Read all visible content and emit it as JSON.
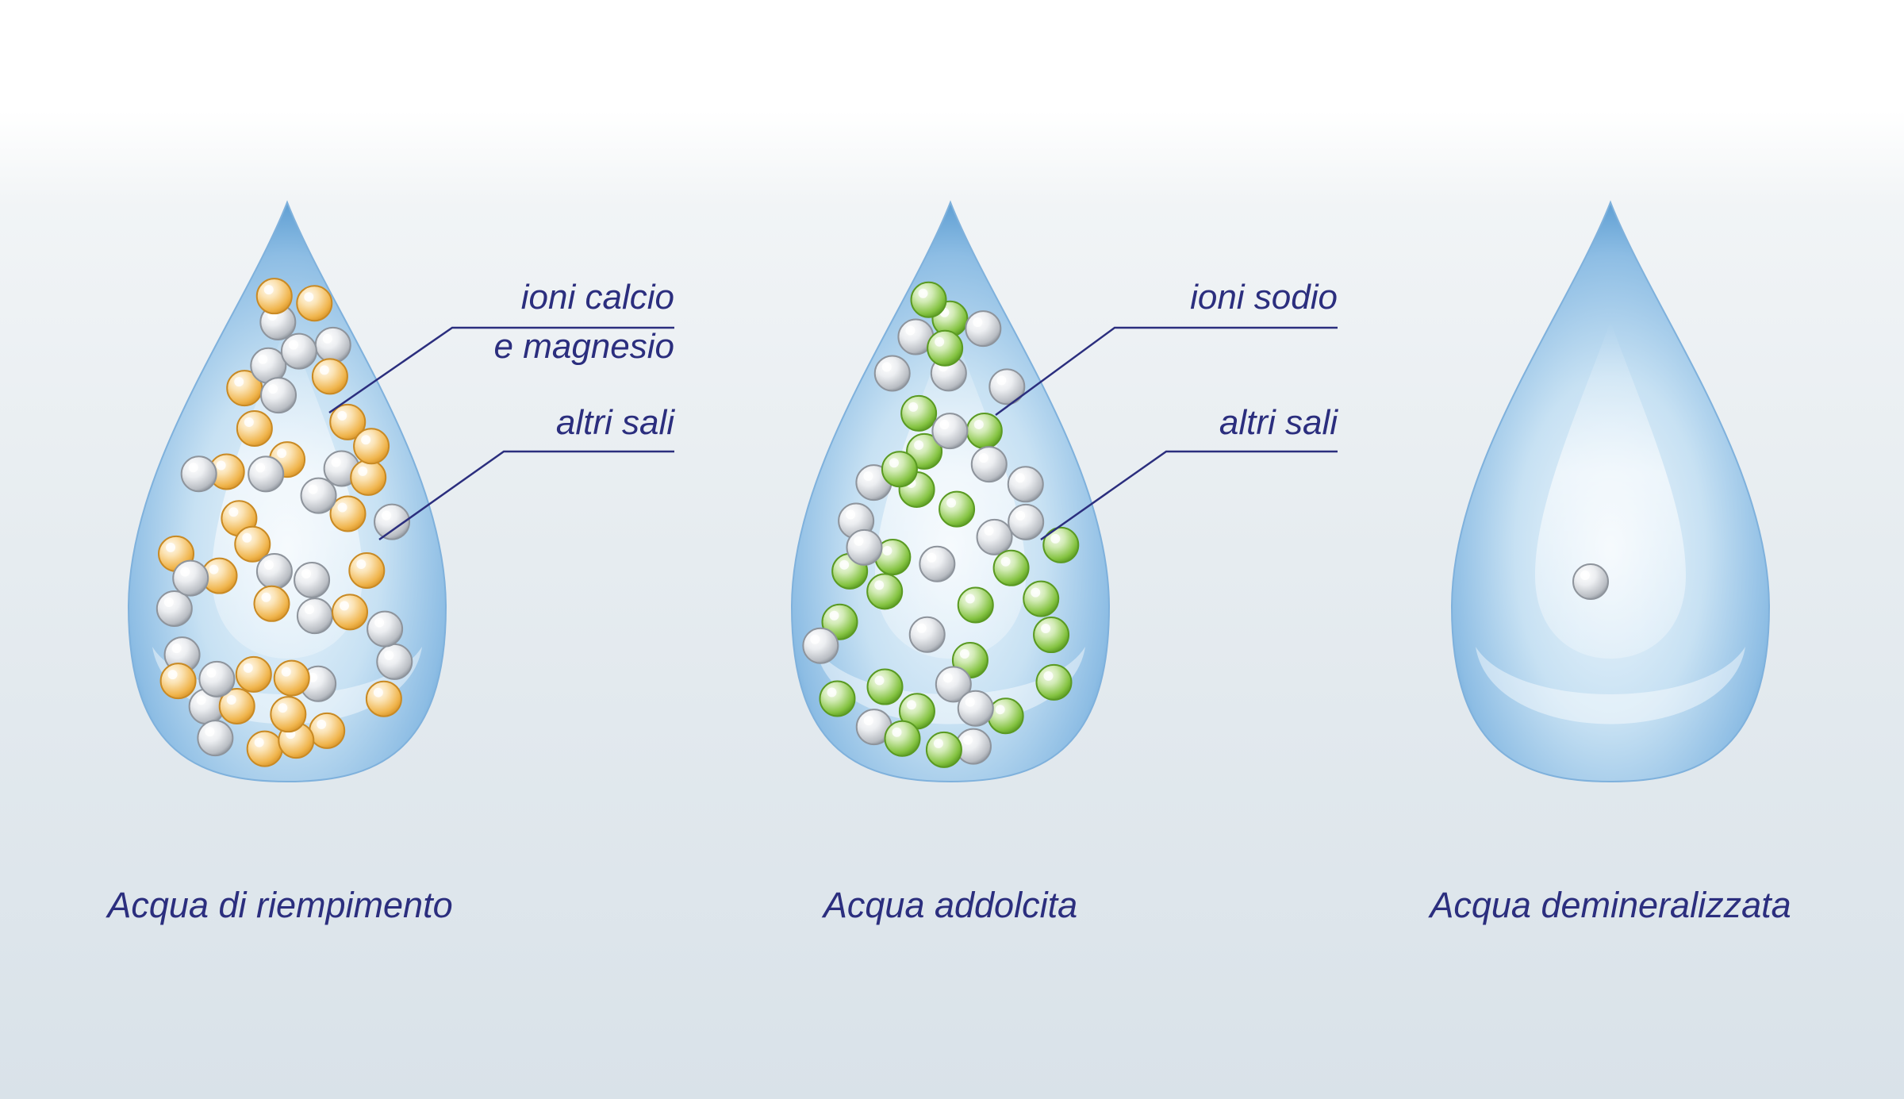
{
  "colors": {
    "text": "#2b2e7e",
    "leader_line": "#2b2e7e",
    "drop_light": "#e9f4fb",
    "drop_mid": "#b7d7ee",
    "drop_dark": "#5f9fd3",
    "calcium_magnesium_ion": "#f0b54d",
    "sodium_ion": "#84c341",
    "other_salt": "#b9bdc3"
  },
  "drops": [
    {
      "id": "fill-water",
      "caption": "Acqua di riempimento",
      "annotations": [
        {
          "lines": [
            "ioni calcio",
            "e magnesio"
          ],
          "particle": "calcium_magnesium_ion"
        },
        {
          "lines": [
            "altri sali"
          ],
          "particle": "other_salt"
        }
      ],
      "particles": {
        "calcium_magnesium_ion": 27,
        "other_salt": 22
      }
    },
    {
      "id": "softened-water",
      "caption": "Acqua addolcita",
      "annotations": [
        {
          "lines": [
            "ioni sodio"
          ],
          "particle": "sodium_ion"
        },
        {
          "lines": [
            "altri sali"
          ],
          "particle": "other_salt"
        }
      ],
      "particles": {
        "sodium_ion": 26,
        "other_salt": 20
      }
    },
    {
      "id": "demineralized-water",
      "caption": "Acqua demineralizzata",
      "annotations": [],
      "particles": {
        "other_salt": 1
      }
    }
  ]
}
